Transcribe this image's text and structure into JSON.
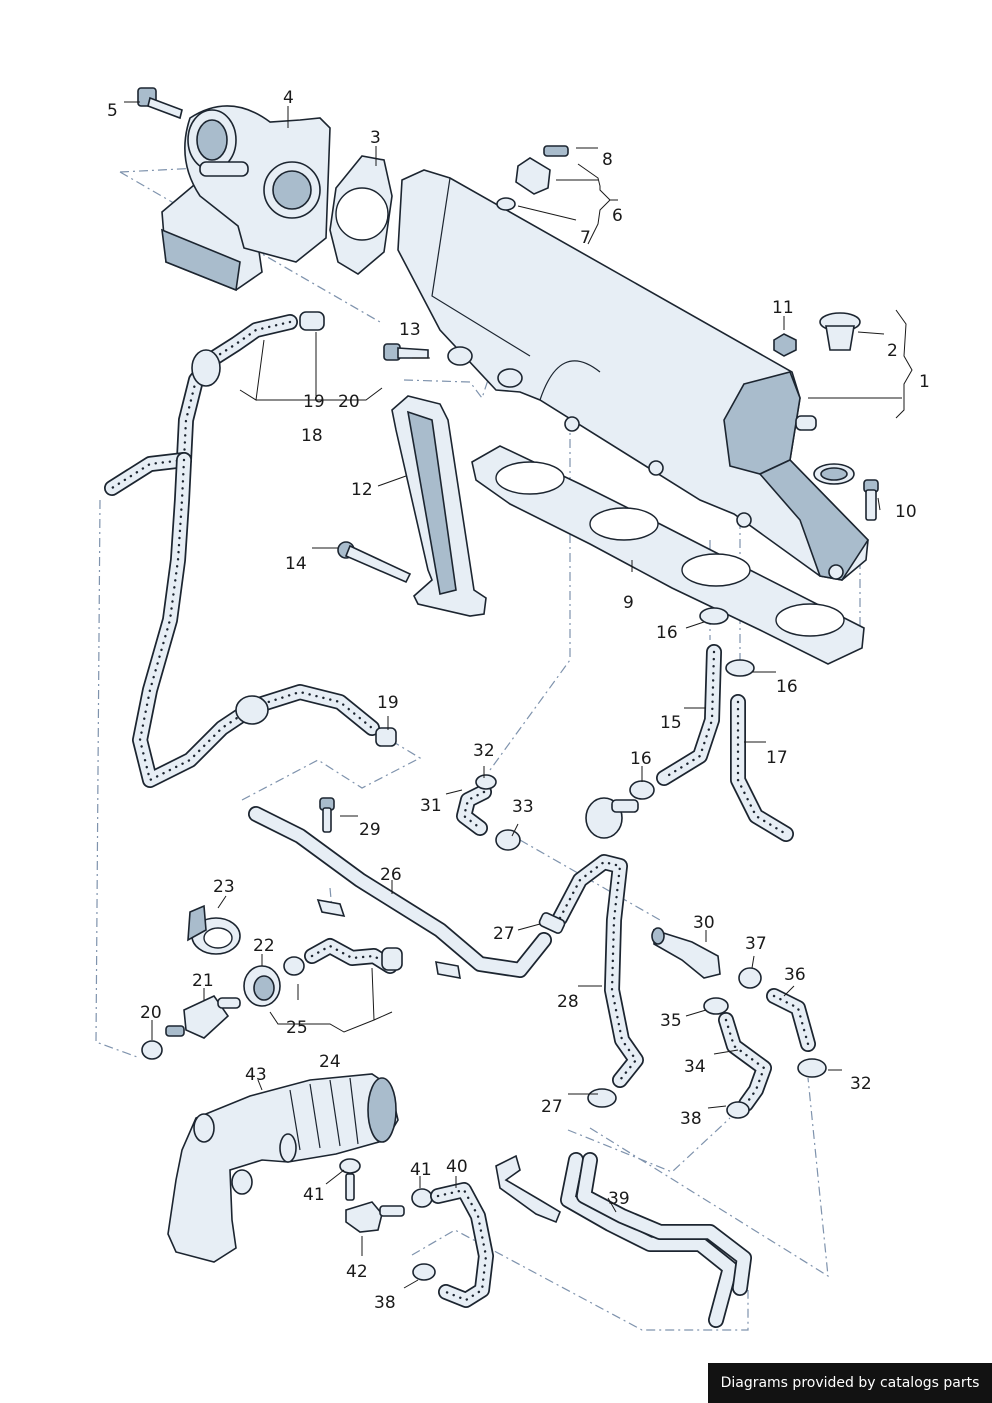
{
  "labels": {
    "l1": "1",
    "l2": "2",
    "l3": "3",
    "l4": "4",
    "l5": "5",
    "l6": "6",
    "l7": "7",
    "l8": "8",
    "l9": "9",
    "l10": "10",
    "l11": "11",
    "l12": "12",
    "l13": "13",
    "l14": "14",
    "l15": "15",
    "l16a": "16",
    "l16b": "16",
    "l16c": "16",
    "l17": "17",
    "l18": "18",
    "l19a": "19",
    "l19b": "19",
    "l20a": "20",
    "l20b": "20",
    "l21": "21",
    "l22": "22",
    "l23": "23",
    "l24": "24",
    "l25": "25",
    "l26": "26",
    "l27a": "27",
    "l27b": "27",
    "l28": "28",
    "l29": "29",
    "l30": "30",
    "l31": "31",
    "l32a": "32",
    "l32b": "32",
    "l33": "33",
    "l34": "34",
    "l35": "35",
    "l36": "36",
    "l37": "37",
    "l38a": "38",
    "l38b": "38",
    "l39": "39",
    "l40": "40",
    "l41a": "41",
    "l41b": "41",
    "l42": "42",
    "l43": "43"
  },
  "credit": "Diagrams provided by catalogs parts"
}
